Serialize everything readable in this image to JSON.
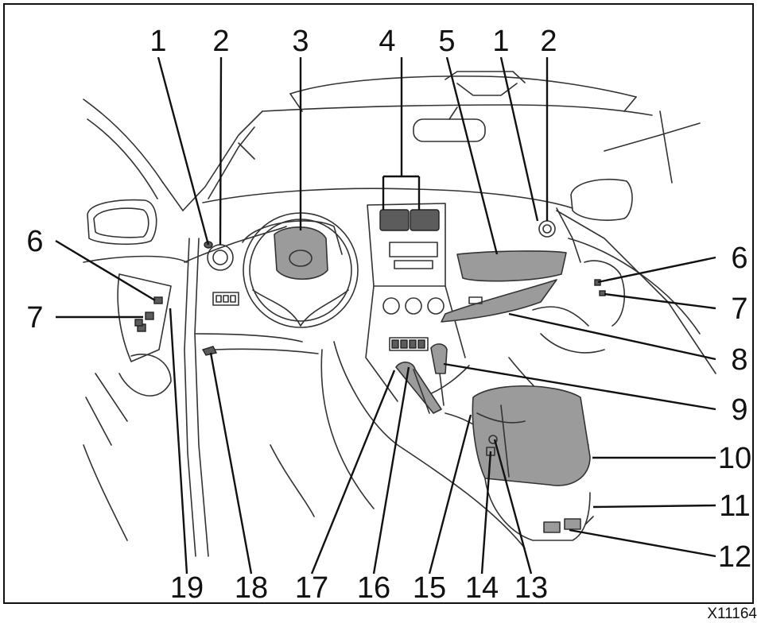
{
  "figure_code": "X11164",
  "callouts": {
    "top": [
      "1",
      "2",
      "3",
      "4",
      "5",
      "1",
      "2"
    ],
    "left": [
      "6",
      "7"
    ],
    "right": [
      "6",
      "7",
      "8",
      "9",
      "10",
      "11",
      "12"
    ],
    "bottom": [
      "19",
      "18",
      "17",
      "16",
      "15",
      "14",
      "13"
    ]
  }
}
